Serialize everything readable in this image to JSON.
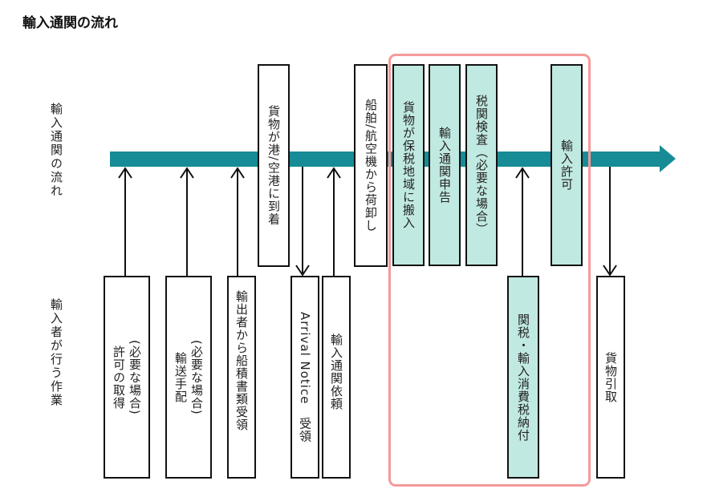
{
  "title": "輸入通関の流れ",
  "side_labels": {
    "flow": "輸入通関の流れ",
    "importer": "輸入者が行う作業"
  },
  "colors": {
    "flow_bar": "#178c96",
    "customs_box": "#c0e9e1",
    "highlight_border": "#f59a9a"
  },
  "flow_steps": [
    {
      "label": "貨物が港/空港に到着"
    },
    {
      "label": "船舶/航空機から荷卸し"
    },
    {
      "label": "貨物が保税地域に搬入"
    },
    {
      "label": "輸入通関申告"
    },
    {
      "label": "税関検査（必要な場合）"
    },
    {
      "label": "輸入許可"
    }
  ],
  "importer_tasks": [
    {
      "line1": "許可の取得",
      "line2": "(必要な場合)"
    },
    {
      "line1": "輸送手配",
      "line2": "(必要な場合)"
    },
    {
      "label": "輸出者から船積書類受領"
    },
    {
      "label": "Arrival Notice　受領"
    },
    {
      "label": "輸入通関依頼"
    },
    {
      "label": "関税・輸入消費税納付"
    },
    {
      "label": "貨物引取"
    }
  ]
}
